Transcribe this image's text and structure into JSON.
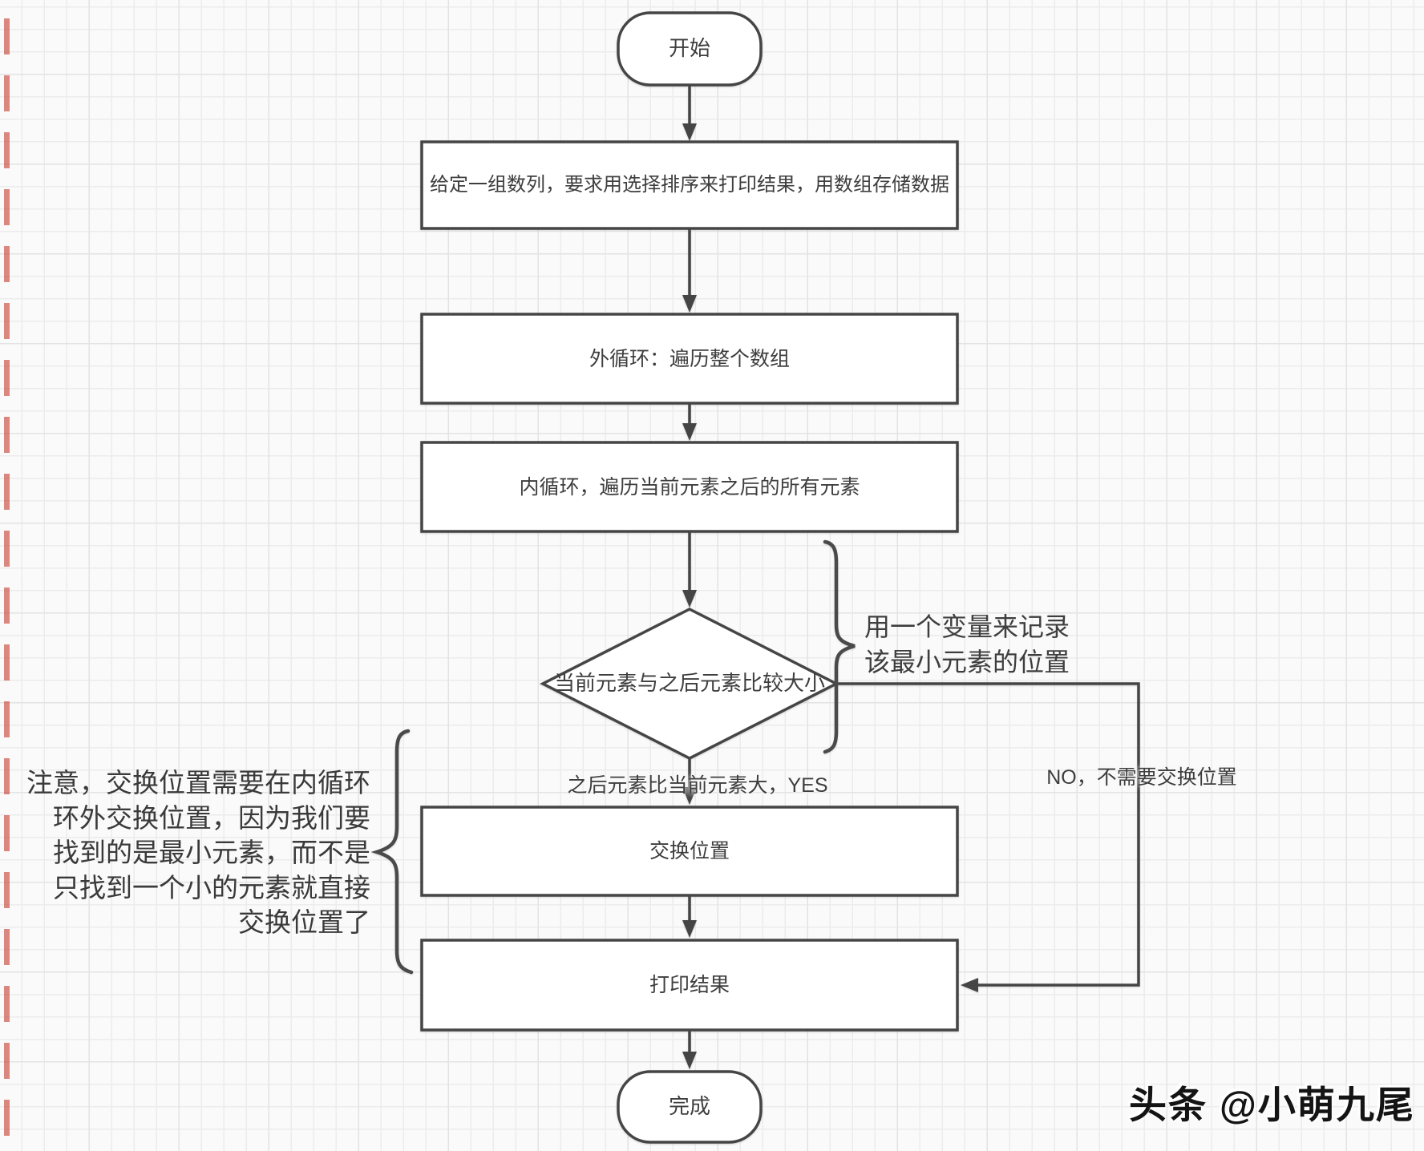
{
  "flowchart": {
    "start_label": "开始",
    "steps": {
      "given_array": "给定一组数列，要求用选择排序来打印结果，用数组存储数据",
      "outer_loop": "外循环：遍历整个数组",
      "inner_loop": "内循环，遍历当前元素之后的所有元素",
      "decision": "当前元素与之后元素比较大小",
      "swap": "交换位置",
      "print": "打印结果"
    },
    "end_label": "完成",
    "edges": {
      "yes_label": "之后元素比当前元素大，YES",
      "no_label": "NO，不需要交换位置"
    },
    "notes": {
      "variable_note": [
        "用一个变量来记录",
        "该最小元素的位置"
      ],
      "swap_note": [
        "注意，交换位置需要在内循环",
        "环外交换位置，因为我们要",
        "找到的是最小元素，而不是",
        "只找到一个小的元素就直接",
        "交换位置了"
      ]
    },
    "watermark": "头条 @小萌九尾",
    "colors": {
      "stroke": "#454545",
      "text": "#3e3e3e",
      "background": "#fafafa",
      "grid_line": "#ececec",
      "red_tick": "#c64034"
    }
  }
}
